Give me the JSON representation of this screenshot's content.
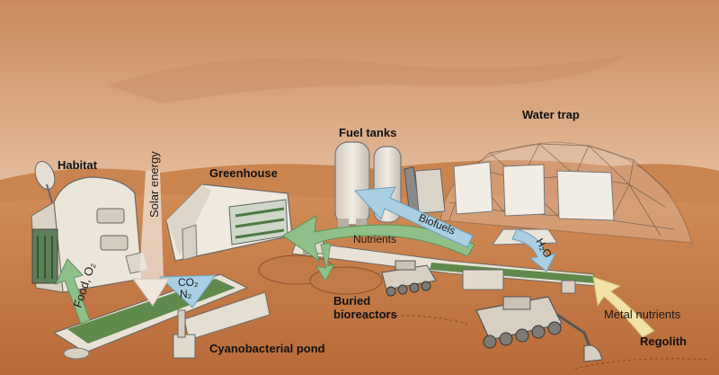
{
  "labels": {
    "habitat": "Habitat",
    "solar_energy": "Solar energy",
    "greenhouse": "Greenhouse",
    "fuel_tanks": "Fuel tanks",
    "water_trap": "Water trap",
    "nutrients": "Nutrients",
    "biofuels": "Biofuels",
    "h2o": "H₂O",
    "food_o2": "Food, O₂",
    "co2": "CO₂",
    "n2": "N₂",
    "buried_bioreactors_1": "Buried",
    "buried_bioreactors_2": "bioreactors",
    "metal_nutrients": "Metal nutrients",
    "regolith": "Regolith",
    "cyanobacterial_pond": "Cyanobacterial pond"
  },
  "colors": {
    "sky_top": "#c98a5e",
    "sky_bottom": "#e8c4a8",
    "ground": "#c77a45",
    "pond": "#5f8a4c",
    "arrow_green": "#8fc08a",
    "arrow_blue": "#a9cfe3",
    "arrow_yellow": "#f3e2a8",
    "structure": "#e8e2d6"
  },
  "icons": {
    "rover": "rover-icon",
    "dome": "geodesic-dome-icon",
    "satellite_dish": "satellite-dish-icon"
  }
}
